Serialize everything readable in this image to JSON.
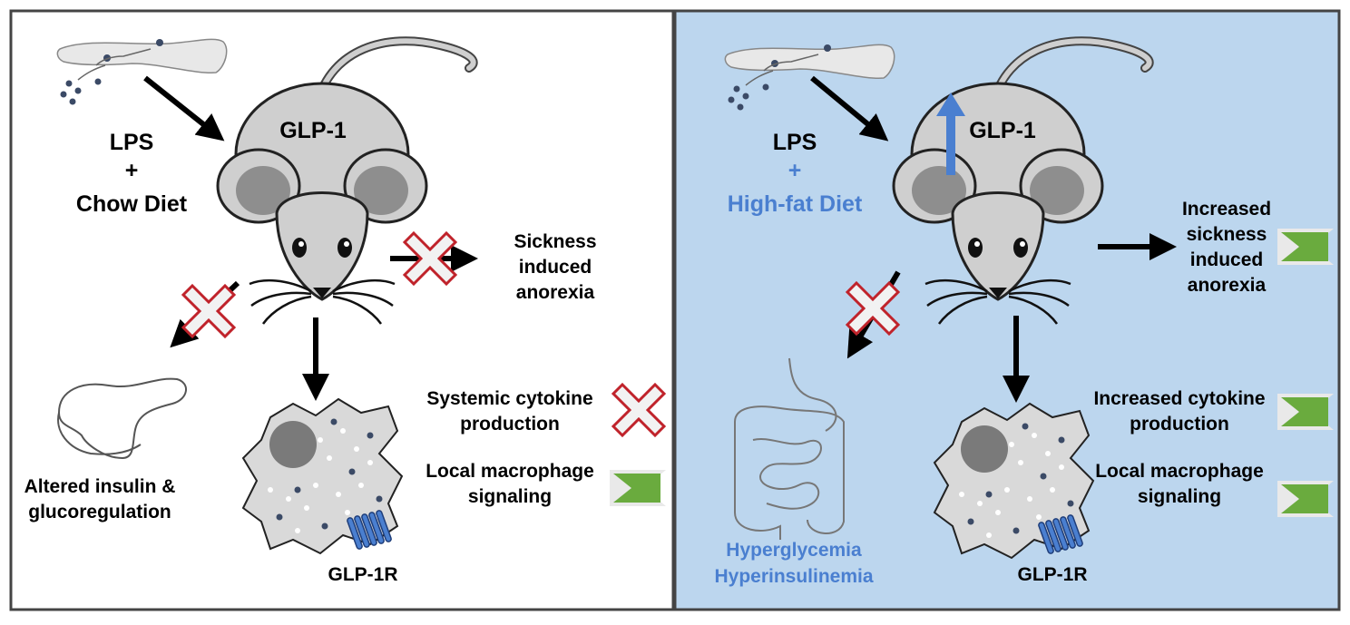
{
  "colors": {
    "accent_blue": "#4a7fd0",
    "right_panel_bg": "#bcd6ee",
    "left_panel_bg": "#ffffff",
    "red_x": "#c0232b",
    "green_chevron": "#6aab3e"
  },
  "left_panel": {
    "mouse_label": "GLP-1",
    "lps_label": "LPS",
    "plus_label": "+",
    "diet_label": "Chow Diet",
    "sickness_label": [
      "Sickness",
      "induced",
      "anorexia"
    ],
    "pancreas_label": [
      "Altered insulin &",
      "glucoregulation"
    ],
    "receptor_label": "GLP-1R",
    "cytokine_label": [
      "Systemic cytokine",
      "production"
    ],
    "macrophage_label": [
      "Local macrophage",
      "signaling"
    ],
    "icons": [
      "gut-bacteria-icon",
      "mouse-icon",
      "pancreas-icon",
      "macrophage-icon",
      "red-x-icon",
      "green-chevron-icon"
    ]
  },
  "right_panel": {
    "mouse_label": "GLP-1",
    "lps_label": "LPS",
    "plus_label": "+",
    "diet_label": "High-fat Diet",
    "sickness_label": [
      "Increased",
      "sickness",
      "induced",
      "anorexia"
    ],
    "gut_label": [
      "Hyperglycemia",
      "Hyperinsulinemia"
    ],
    "receptor_label": "GLP-1R",
    "cytokine_label": [
      "Increased cytokine",
      "production"
    ],
    "macrophage_label": [
      "Local macrophage",
      "signaling"
    ],
    "icons": [
      "gut-bacteria-icon",
      "mouse-icon",
      "up-arrow-icon",
      "intestine-icon",
      "macrophage-icon",
      "red-x-icon",
      "green-chevron-icon"
    ]
  }
}
